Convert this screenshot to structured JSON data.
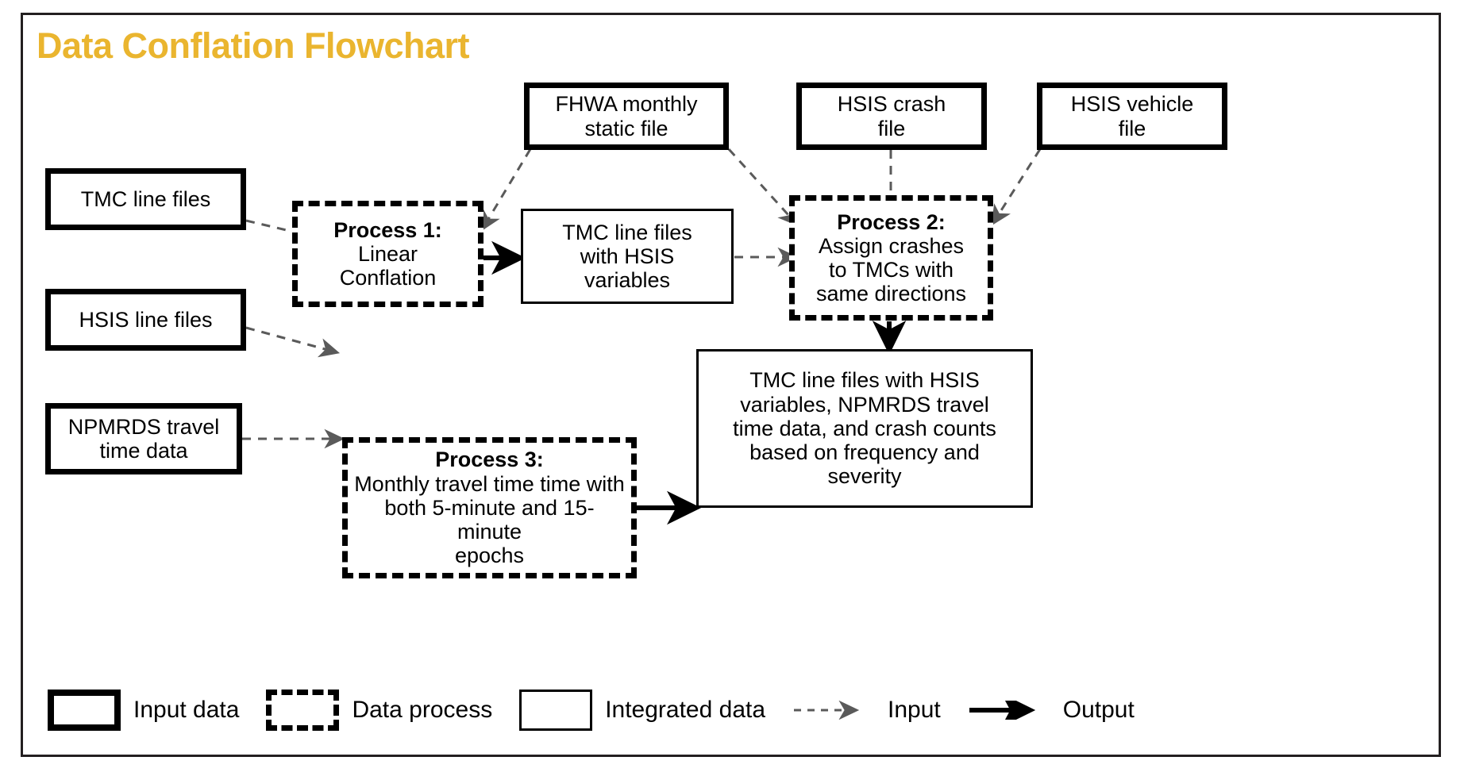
{
  "title": "Data Conflation Flowchart",
  "colors": {
    "title": "#eab52f",
    "frame": "#231f20",
    "stroke": "#000000",
    "input_arrow": "#5a5a5a",
    "background": "#ffffff"
  },
  "nodes": {
    "tmc_line_files": {
      "label": "TMC line files",
      "type": "input"
    },
    "hsis_line_files": {
      "label": "HSIS line files",
      "type": "input"
    },
    "npmrds_travel_time": {
      "label": "NPMRDS travel\ntime data",
      "type": "input"
    },
    "fhwa_monthly_static": {
      "label": "FHWA monthly\nstatic file",
      "type": "input"
    },
    "hsis_crash_file": {
      "label": "HSIS crash\nfile",
      "type": "input"
    },
    "hsis_vehicle_file": {
      "label": "HSIS vehicle\nfile",
      "type": "input"
    },
    "process1": {
      "title": "Process 1:",
      "body": "Linear\nConflation",
      "type": "process"
    },
    "process2": {
      "title": "Process 2:",
      "body": "Assign crashes\nto TMCs with\nsame directions",
      "type": "process"
    },
    "process3": {
      "title": "Process 3:",
      "body": "Monthly travel time time with\nboth 5-minute and 15-minute\nepochs",
      "type": "process"
    },
    "tmc_with_hsis_vars": {
      "label": "TMC line files\nwith HSIS\nvariables",
      "type": "integrated"
    },
    "final_output": {
      "label": "TMC line files with HSIS\nvariables, NPMRDS travel\ntime data, and crash counts\nbased on frequency and\nseverity",
      "type": "integrated"
    }
  },
  "edges": [
    {
      "from": "tmc_line_files",
      "to": "process1",
      "kind": "input"
    },
    {
      "from": "hsis_line_files",
      "to": "process1",
      "kind": "input"
    },
    {
      "from": "fhwa_monthly_static",
      "to": "process1",
      "kind": "input"
    },
    {
      "from": "process1",
      "to": "tmc_with_hsis_vars",
      "kind": "output"
    },
    {
      "from": "fhwa_monthly_static",
      "to": "process2",
      "kind": "input"
    },
    {
      "from": "hsis_crash_file",
      "to": "process2",
      "kind": "input"
    },
    {
      "from": "hsis_vehicle_file",
      "to": "process2",
      "kind": "input"
    },
    {
      "from": "tmc_with_hsis_vars",
      "to": "process2",
      "kind": "input"
    },
    {
      "from": "process2",
      "to": "final_output",
      "kind": "output"
    },
    {
      "from": "npmrds_travel_time",
      "to": "process3",
      "kind": "input"
    },
    {
      "from": "process3",
      "to": "final_output",
      "kind": "output"
    }
  ],
  "legend": {
    "input_data": "Input data",
    "data_process": "Data process",
    "integrated_data": "Integrated data",
    "input_arrow": "Input",
    "output_arrow": "Output"
  }
}
